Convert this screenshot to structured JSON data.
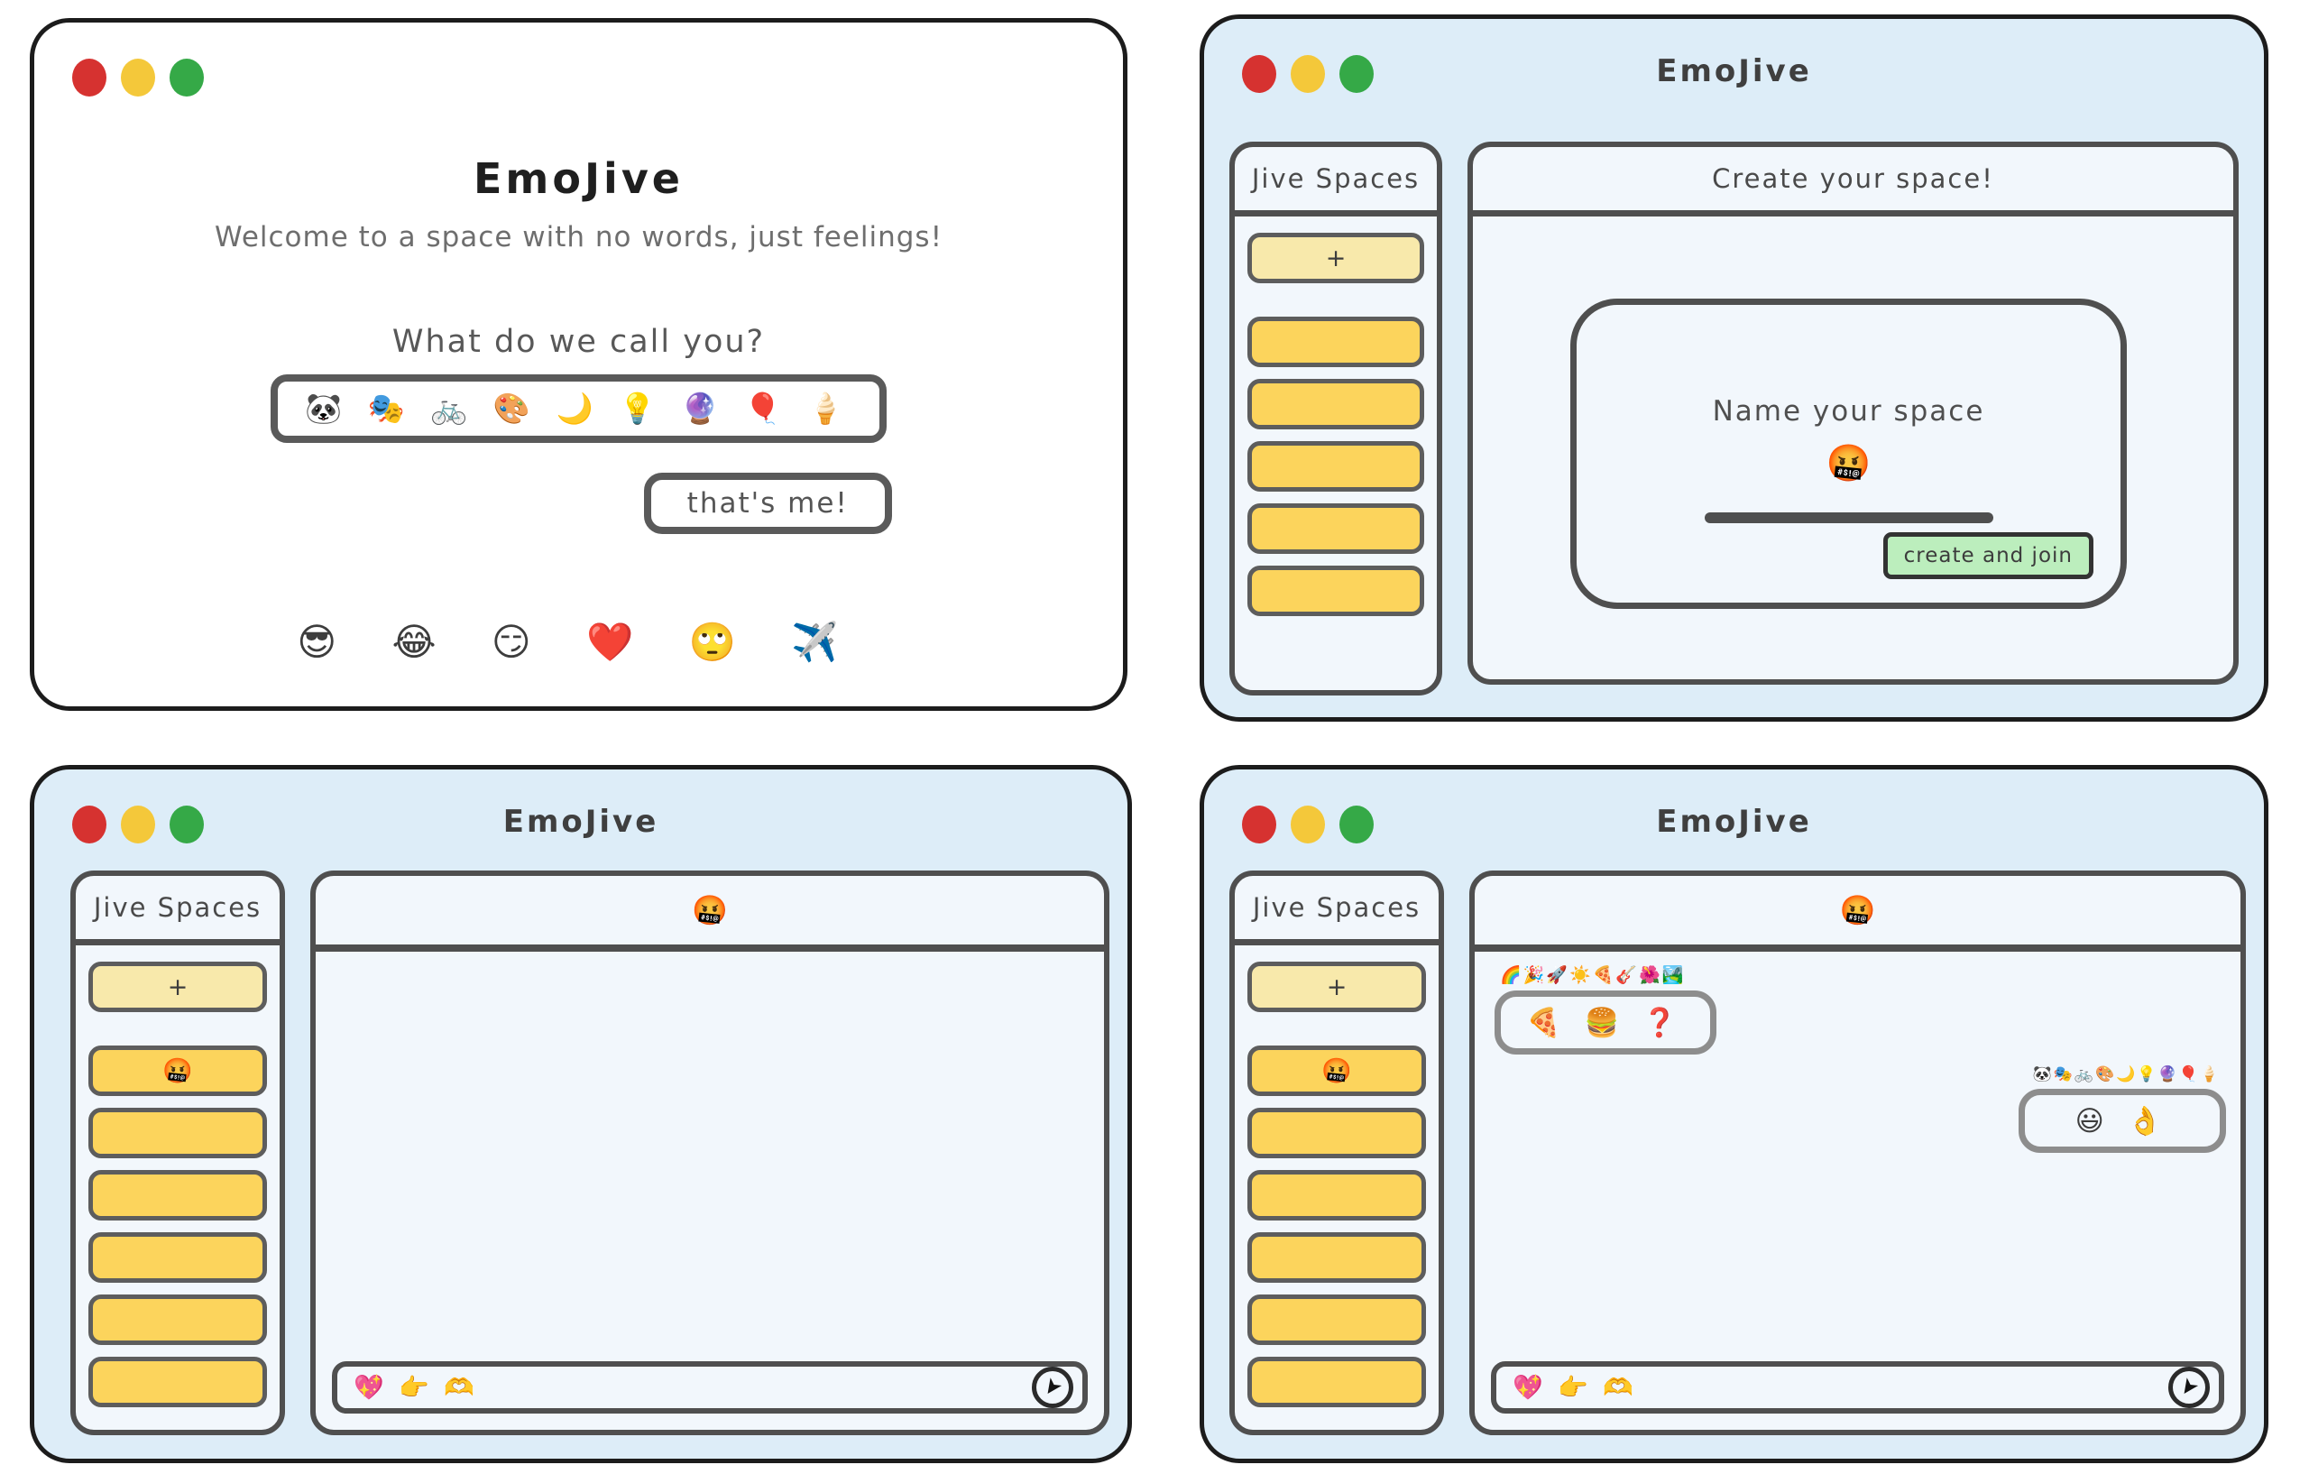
{
  "app": {
    "title": "EmoJive"
  },
  "colors": {
    "window_blue_bg": "#ddedf8",
    "panel_bg": "#f2f7fc",
    "space_yellow": "#fcd45c",
    "add_pale_yellow": "#f8e9ab",
    "create_green": "#bceebd",
    "border_dark": "#4f4f4f",
    "traffic_red": "#d63230",
    "traffic_yellow": "#f4c83a",
    "traffic_green": "#35a947"
  },
  "welcome": {
    "title": "EmoJive",
    "subtitle": "Welcome to a space with no words, just feelings!",
    "question": "What do we call you?",
    "name_emojis": "🐼 🎭 🚲 🎨 🌙 💡 🔮 🎈 🍦",
    "confirm_label": "that's me!",
    "footer_emojis": "😎 😂 😏 ❤️ 🙄 ✈️"
  },
  "create": {
    "sidebar_title": "Jive Spaces",
    "add_label": "+",
    "panel_title": "Create your space!",
    "prompt": "Name your space",
    "space_name_emoji": "🤬",
    "create_label": "create and join"
  },
  "chat_empty": {
    "sidebar_title": "Jive Spaces",
    "add_label": "+",
    "active_space_emoji": "🤬",
    "header_emoji": "🤬",
    "composer_emojis": "💖 👉 🫶"
  },
  "chat_active": {
    "sidebar_title": "Jive Spaces",
    "add_label": "+",
    "active_space_emoji": "🤬",
    "header_emoji": "🤬",
    "composer_emojis": "💖 👉 🫶",
    "messages": [
      {
        "side": "left",
        "sender_emojis": "🌈🎉🚀☀️🍕🎸🌺🏞️",
        "content": "🍕 🍔 ❓"
      },
      {
        "side": "right",
        "sender_emojis": "🐼🎭🚲🎨🌙💡🔮🎈🍦",
        "content": "😃 👌"
      }
    ]
  }
}
